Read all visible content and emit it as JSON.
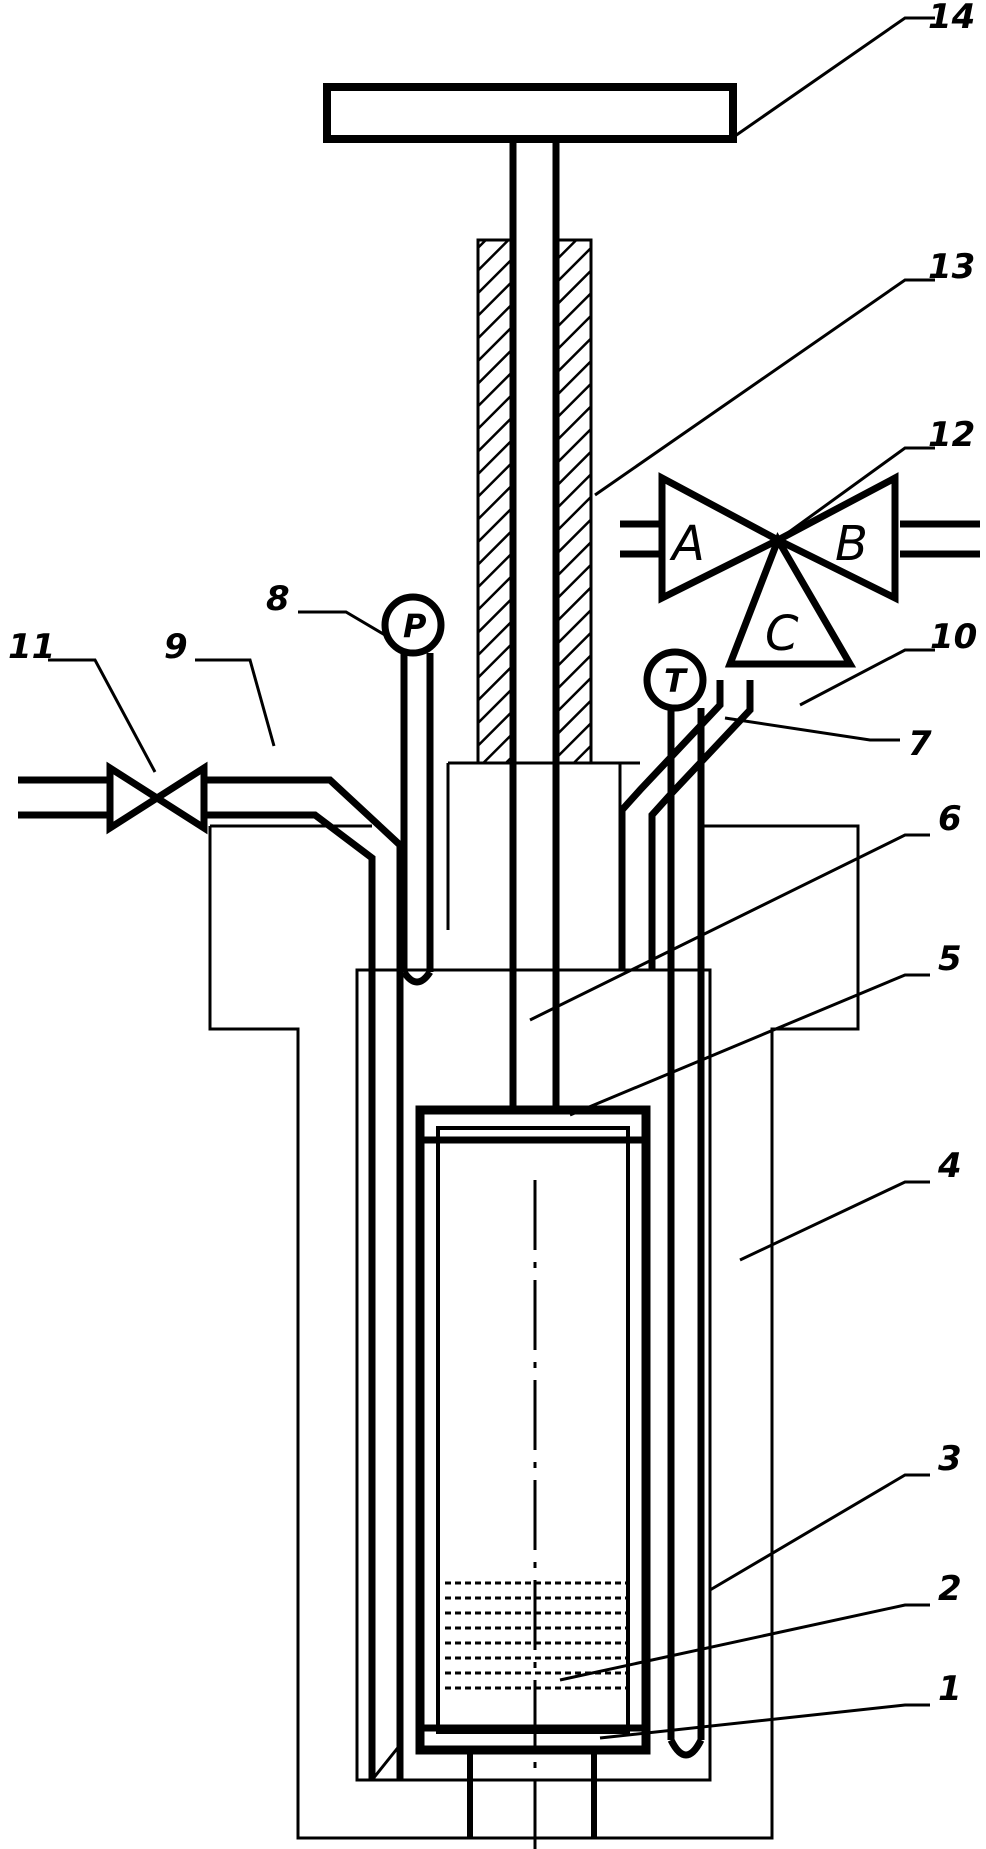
{
  "callouts": [
    {
      "id": "1",
      "label": "1"
    },
    {
      "id": "2",
      "label": "2"
    },
    {
      "id": "3",
      "label": "3"
    },
    {
      "id": "4",
      "label": "4"
    },
    {
      "id": "5",
      "label": "5"
    },
    {
      "id": "6",
      "label": "6"
    },
    {
      "id": "7",
      "label": "7"
    },
    {
      "id": "8",
      "label": "8"
    },
    {
      "id": "9",
      "label": "9"
    },
    {
      "id": "10",
      "label": "10"
    },
    {
      "id": "11",
      "label": "11"
    },
    {
      "id": "12",
      "label": "12"
    },
    {
      "id": "13",
      "label": "13"
    },
    {
      "id": "14",
      "label": "14"
    }
  ],
  "instruments": {
    "pressure_gauge": "P",
    "temperature_gauge": "T"
  },
  "three_way_valve_ports": [
    "A",
    "B",
    "C"
  ],
  "colors": {
    "line": "#000000",
    "background": "#ffffff"
  }
}
